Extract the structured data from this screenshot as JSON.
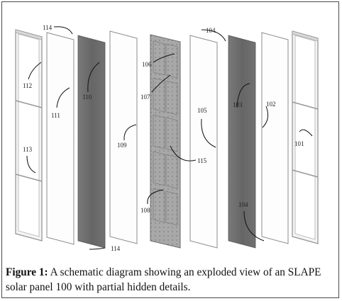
{
  "figure": {
    "labels": {
      "l101": "101",
      "l102": "102",
      "l103": "103",
      "l104_top": "104",
      "l104_bottom": "104",
      "l105": "105",
      "l106": "106",
      "l107": "107",
      "l108": "108",
      "l109": "109",
      "l110": "110",
      "l111": "111",
      "l112": "112",
      "l113": "113",
      "l114_top": "114",
      "l114_bottom": "114",
      "l115": "115"
    }
  },
  "caption": {
    "label": "Figure 1:",
    "text": " A schematic diagram showing an exploded view of an SLAPE solar panel 100 with partial hidden details."
  },
  "colors": {
    "dark_layer": "#6e6e6e",
    "cell_layer": "#a9a9a9",
    "frame_layer": "#f3f3f3",
    "outline": "#8c8c8c"
  }
}
